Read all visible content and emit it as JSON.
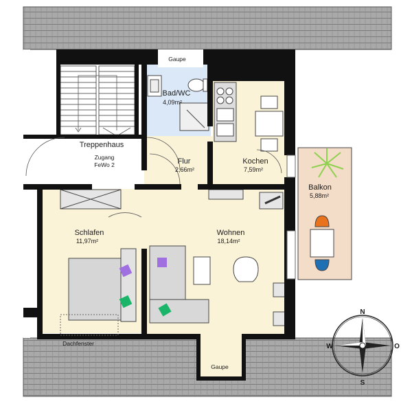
{
  "rooms": {
    "bad": {
      "name": "Bad/WC",
      "area": "4,09m²"
    },
    "treppenhaus": {
      "name": "Treppenhaus",
      "zugang_line1": "Zugang",
      "zugang_line2": "FeWo 2"
    },
    "flur": {
      "name": "Flur",
      "area": "2,66m²"
    },
    "kochen": {
      "name": "Kochen",
      "area": "7,59m²"
    },
    "balkon": {
      "name": "Balkon",
      "area": "5,88m²"
    },
    "schlafen": {
      "name": "Schlafen",
      "area": "11,97m²"
    },
    "wohnen": {
      "name": "Wohnen",
      "area": "18,14m²"
    }
  },
  "annotations": {
    "gaupe_top": "Gaupe",
    "gaupe_bottom": "Gaupe",
    "dachfenster": "Dachfenster"
  },
  "compass": {
    "n": "N",
    "s": "S",
    "w": "W",
    "o": "O"
  },
  "colors": {
    "bath": "#dbe8f8",
    "living": "#fbf3d8",
    "balcony": "#f3dcc8",
    "roof": "#a9a9a9",
    "wall": "#111111",
    "chair_orange": "#e8731c",
    "chair_blue": "#1f6fb5",
    "cushion_purple": "#a070e0",
    "cushion_green": "#1bb56a",
    "plant": "#8fd14f"
  }
}
